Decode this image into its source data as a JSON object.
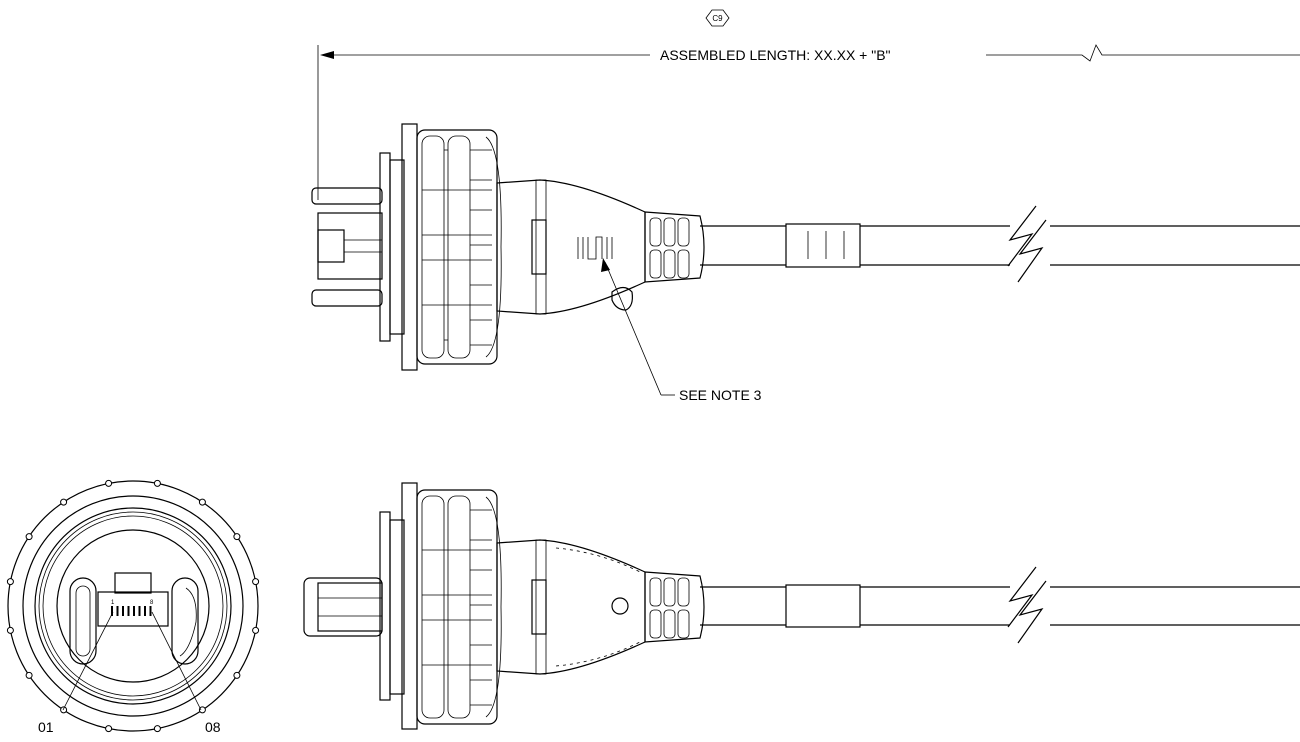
{
  "drawing": {
    "revision_tag": "C9",
    "dimension_label": "ASSEMBLED LENGTH: XX.XX + \"B\"",
    "note_callout": "SEE NOTE 3",
    "pin_first_label": "01",
    "pin_last_label": "08",
    "pin_small_first": "1",
    "pin_small_last": "8"
  },
  "colors": {
    "line": "#000000",
    "background": "#ffffff"
  },
  "icons": {
    "revision_tag": "hexagon-revision-marker-icon",
    "break_symbol": "cable-break-icon"
  }
}
